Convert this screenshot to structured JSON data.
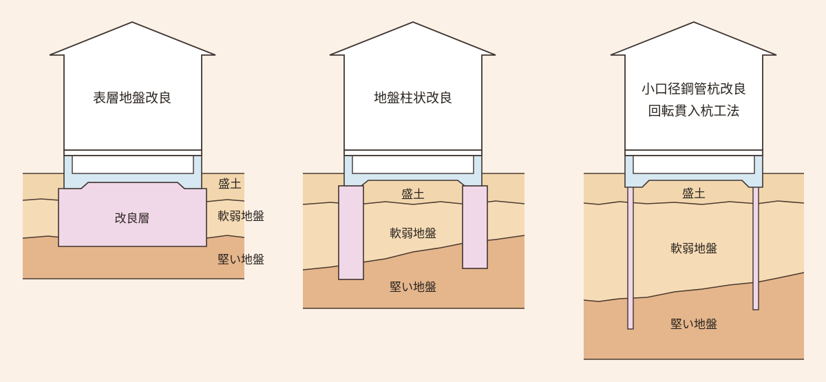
{
  "colors": {
    "background": "#fcf1e6",
    "fill_soil": "#f2d7ae",
    "soft_soil": "#f6dcb6",
    "hard_soil": "#e5b68c",
    "improved": "#f1d8e8",
    "foundation": "#d6e8f2"
  },
  "panels": [
    {
      "title_lines": [
        "表層地盤改良"
      ],
      "improved_label": "改良層",
      "layers": {
        "fill": "盛土",
        "soft": "軟弱地盤",
        "hard": "堅い地盤"
      }
    },
    {
      "title_lines": [
        "地盤柱状改良"
      ],
      "layers": {
        "fill": "盛土",
        "soft": "軟弱地盤",
        "hard": "堅い地盤"
      }
    },
    {
      "title_lines": [
        "小口径鋼管杭改良",
        "回転貫入杭工法"
      ],
      "layers": {
        "fill": "盛土",
        "soft": "軟弱地盤",
        "hard": "堅い地盤"
      }
    }
  ]
}
